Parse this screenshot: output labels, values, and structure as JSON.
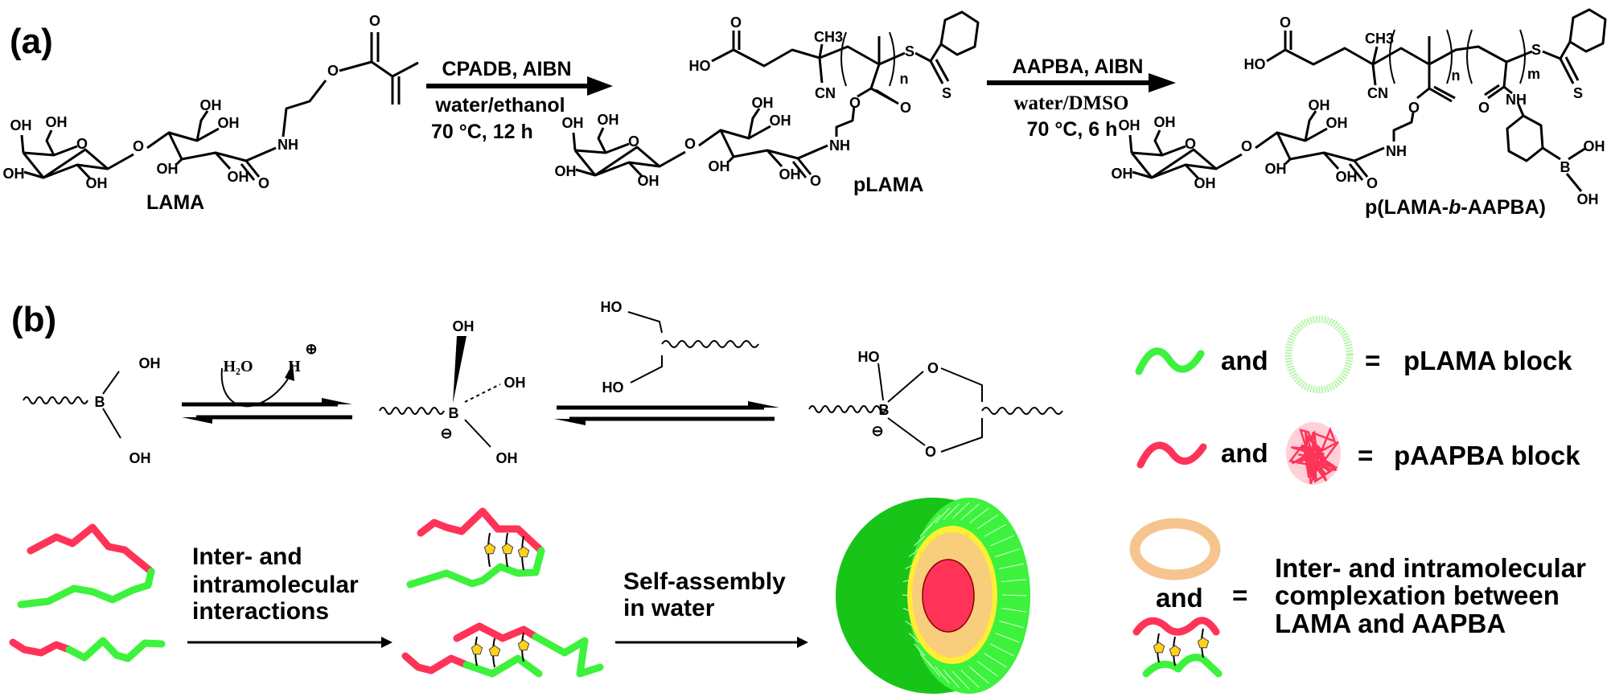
{
  "panel_a": {
    "label": "(a)",
    "monomer_name": "LAMA",
    "step1": {
      "reagents": "CPADB, AIBN",
      "solvent": "water/ethanol",
      "conditions": "70 °C, 12 h"
    },
    "homopolymer_name": "pLAMA",
    "step2": {
      "reagents": "AAPBA, AIBN",
      "solvent": "water/DMSO",
      "conditions": "70 °C,  6 h"
    },
    "block_name": {
      "prefix": "p(LAMA-",
      "italic": "b",
      "suffix": "-AAPBA)"
    },
    "lactose_unit_labels": [
      "OH",
      "OH",
      "O",
      "OH",
      "OH",
      "O",
      "OH",
      "OH",
      "OH",
      "OH",
      "O"
    ],
    "lama_tail_labels": [
      "NH",
      "O",
      "O"
    ],
    "plama_backbone_labels": [
      "HO",
      "O",
      "CH3",
      "CN",
      "n",
      "S",
      "S",
      "O",
      "O",
      "NH"
    ],
    "block_backbone_labels": [
      "HO",
      "O",
      "CH3",
      "CN",
      "n",
      "m",
      "S",
      "S",
      "O",
      "O",
      "NH",
      "O",
      "NH",
      "B",
      "OH",
      "OH"
    ]
  },
  "panel_b": {
    "label": "(b)",
    "boronic_acid_labels": [
      "B",
      "OH",
      "OH"
    ],
    "reagent_h2o": "H₂O",
    "proton": "H",
    "plus_charge": "⊕",
    "boronate_labels": [
      "B",
      "OH",
      "OH",
      "OH",
      "⊖"
    ],
    "diol_labels": [
      "HO",
      "HO"
    ],
    "ester_labels": [
      "B",
      "HO",
      "O",
      "O",
      "⊖"
    ],
    "step_interactions": [
      "Inter- and",
      "intramolecular",
      "interactions"
    ],
    "step_self_assembly": [
      "Self-assembly",
      "in water"
    ],
    "legend": [
      {
        "connector": "and",
        "equals": "=",
        "text": "pLAMA block"
      },
      {
        "connector": "and",
        "equals": "=",
        "text": "pAAPBA block"
      },
      {
        "connector": "and",
        "equals": "=",
        "lines": [
          "Inter- and intramolecular",
          "complexation between",
          "LAMA and AAPBA"
        ]
      }
    ]
  },
  "colors": {
    "plama_green": "#3df23d",
    "paapba_red": "#ff3358",
    "complex_orange": "#f6c48e",
    "core_yellow": "#ffee33",
    "sugar_yellow": "#ffd21a"
  }
}
